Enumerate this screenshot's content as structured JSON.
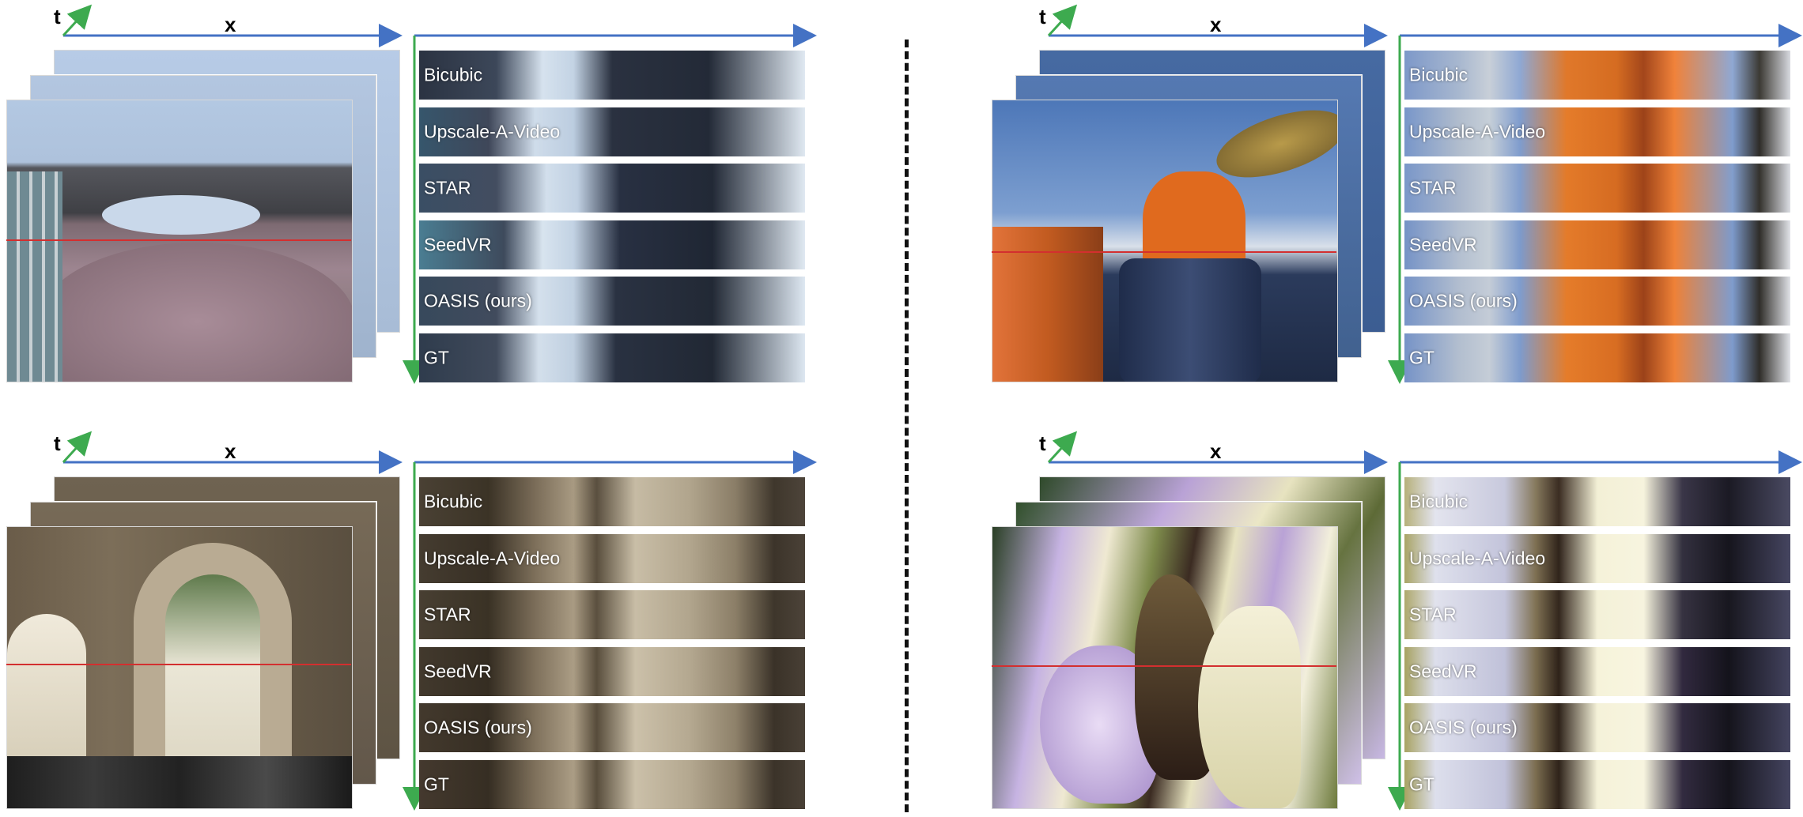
{
  "axis_labels": {
    "temporal": "t",
    "spatial": "x"
  },
  "panels": [
    {
      "id": "architecture",
      "methods": [
        "Bicubic",
        "Upscale-A-Video",
        "STAR",
        "SeedVR",
        "OASIS (ours)",
        "GT"
      ],
      "palette": {
        "sky": "#b9cbe2",
        "building": "#4b4c50",
        "dome": "#9a7e84",
        "strip_dark": "#2b3342",
        "strip_light": "#dfe9f3"
      }
    },
    {
      "id": "drummer",
      "methods": [
        "Bicubic",
        "Upscale-A-Video",
        "STAR",
        "SeedVR",
        "OASIS (ours)",
        "GT"
      ],
      "palette": {
        "sky": "#5a7fb8",
        "uniform": "#e06a1e",
        "drum": "#1f2c4a",
        "strip_dark": "#7f9ccd",
        "strip_light": "#e57c2a"
      }
    },
    {
      "id": "archway",
      "methods": [
        "Bicubic",
        "Upscale-A-Video",
        "STAR",
        "SeedVR",
        "OASIS (ours)",
        "GT"
      ],
      "palette": {
        "stone": "#6f6351",
        "arch": "#b9ab93",
        "crowd": "#2a2a2a",
        "strip_dark": "#3c3427",
        "strip_light": "#c9bda3"
      }
    },
    {
      "id": "abstract",
      "methods": [
        "Bicubic",
        "Upscale-A-Video",
        "STAR",
        "SeedVR",
        "OASIS (ours)",
        "GT"
      ],
      "palette": {
        "cream": "#e7e3c0",
        "purple": "#b9a2d6",
        "green": "#6d7a3c",
        "strip_dark": "#1b1a24",
        "strip_light": "#f3f0d6"
      }
    }
  ]
}
